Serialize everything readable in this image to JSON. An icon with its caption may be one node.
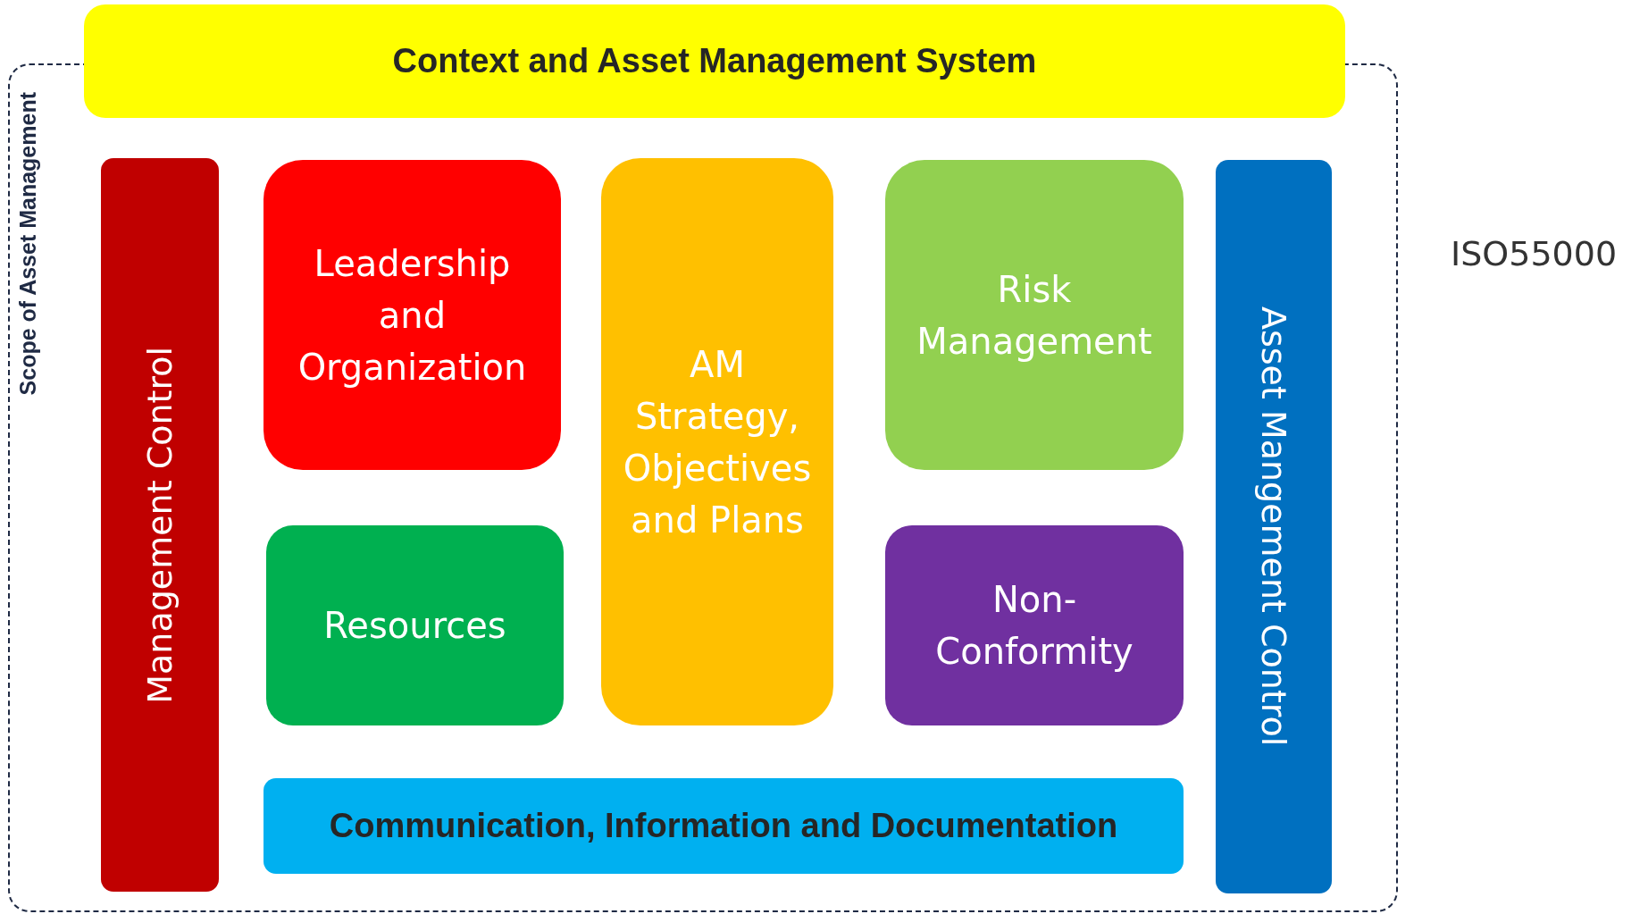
{
  "diagram": {
    "nodes": [
      {
        "text": [
          "Context and Asset Management System"
        ]
      },
      {
        "text": [
          "Scope of Asset Management"
        ]
      },
      {
        "text": [
          "Management Control"
        ],
        "in": 1
      },
      {
        "text": [
          "Leadership and Organization"
        ],
        "in": 1
      },
      {
        "text": [
          "AM Strategy, Objectives and Plans"
        ],
        "in": 1
      },
      {
        "text": [
          "Risk Management"
        ],
        "in": 1
      },
      {
        "text": [
          "Resources"
        ],
        "in": 1
      },
      {
        "text": [
          "Non-Conformity"
        ],
        "in": 1
      },
      {
        "text": [
          "Communication, Information and Documentation"
        ],
        "in": 1
      },
      {
        "text": [
          "Asset Mangement Control"
        ],
        "in": 1
      }
    ],
    "labels": [
      "ISO55000"
    ]
  }
}
